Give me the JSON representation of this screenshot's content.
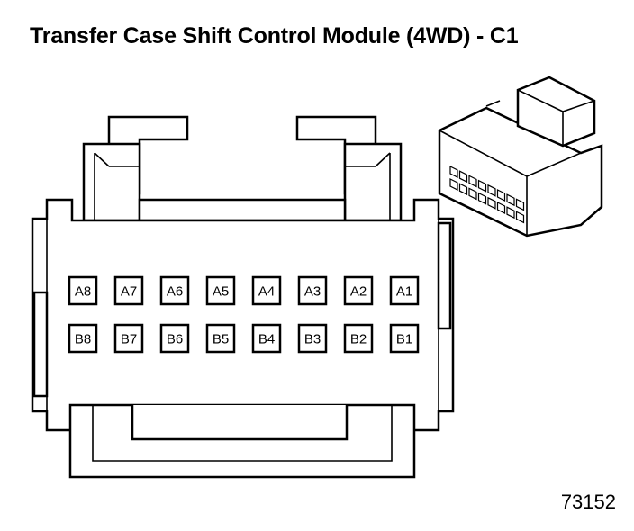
{
  "title": "Transfer Case Shift Control Module (4WD) - C1",
  "figure_id": "73152",
  "connector": {
    "row_a": [
      "A8",
      "A7",
      "A6",
      "A5",
      "A4",
      "A3",
      "A2",
      "A1"
    ],
    "row_b": [
      "B8",
      "B7",
      "B6",
      "B5",
      "B4",
      "B3",
      "B2",
      "B1"
    ]
  }
}
